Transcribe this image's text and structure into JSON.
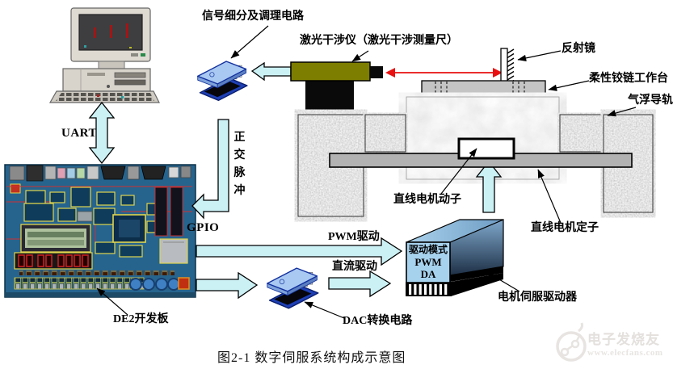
{
  "diagram": {
    "labels": {
      "signal_circuit": "信号细分及调理电路",
      "laser": "激光干涉仪（激光干涉测量尺）",
      "mirror": "反射镜",
      "flex_table": "柔性铰链工作台",
      "air_rail": "气浮导轨",
      "mover": "直线电机动子",
      "stator": "直线电机定子",
      "servo_driver": "电机伺服驱动器",
      "dac": "DAC转换电路",
      "de2": "DE2开发板",
      "uart": "UART",
      "gpio": "GPIO",
      "pwm_drive": "PWM驱动",
      "dc_drive": "直流驱动",
      "quad_pulse": "正交脉冲"
    },
    "driver_box": {
      "mode_title": "驱动模式",
      "mode_pwm": "PWM",
      "mode_da": "DA"
    },
    "colors": {
      "arrow_fill": "#ccf1f5",
      "laser_body": "#7d7d00",
      "beam_red": "#e81010",
      "driver_front": "#a6d2ee",
      "pcb_blue": "#26648e",
      "chip_blue": "#1e3fb4"
    }
  },
  "caption": "图2-1  数字伺服系统构成示意图",
  "watermark": {
    "site_name": "电子发烧友",
    "site_url": "www.elecfans.com"
  }
}
